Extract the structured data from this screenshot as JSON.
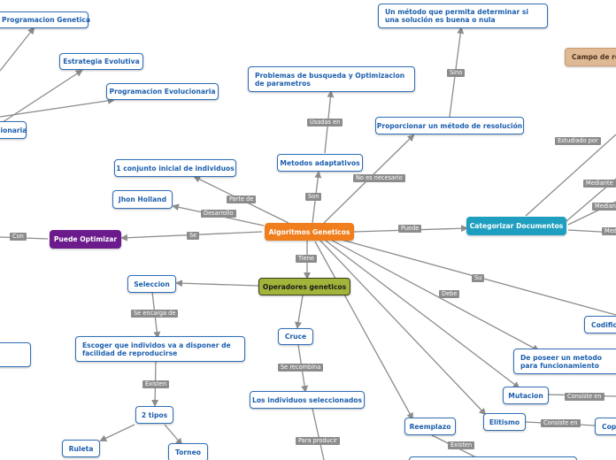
{
  "nodes": {
    "algoritmos": "Algoritmos Geneticos",
    "operadores": "Operadores geneticos",
    "puede_optimizar": "Puede Optimizar",
    "categorizar": "Categorizar Documentos",
    "campo": "Campo de re",
    "prog_genetica": "Programacion Genetica",
    "estrategia": "Estrategia Evolutiva",
    "prog_evolucionaria": "Programacion Evolucionaria",
    "cionaria": "cionaria",
    "un_metodo": "Un método que permita determinar si una solución es buena o nula",
    "problemas": "Problemas de busqueda y Optimizacion de parametros",
    "proporcionar": "Proporcionar un método de resolución",
    "metodos_adaptativos": "Metodos adaptativos",
    "conjunto": "1 conjunto inicial de individuos",
    "holland": "Jhon Holland",
    "seleccion": "Seleccion",
    "escoger": "Escoger que individos va a disponer de facilidad de reproducirse",
    "dos_tipos": "2 tipos",
    "ruleta": "Ruleta",
    "torneo": "Torneo",
    "cruce": "Cruce",
    "individuos": "Los individuos seleccionados",
    "reemplazo": "Reemplazo",
    "elitismo": "Elitismo",
    "mutacion": "Mutacion",
    "de_poseer": "De poseer un metodo para funcionamiento",
    "codifica": "Codifica",
    "cop": "Cop",
    "left_box": ""
  },
  "labels": {
    "con": "Con",
    "se_opt": "Se",
    "desarrollo": "Desarrollo",
    "parte_de": "Parte de",
    "son": "Son",
    "usadas_en": "Usadas en",
    "no_es_necesario": "No es necesario",
    "sino": "Sino",
    "puede": "Puede",
    "estudiado_por": "Estudiado por",
    "mediante1": "Mediante",
    "mediante2": "Mediante",
    "mediante3": "Medi",
    "tiene": "Tiene",
    "su": "Su",
    "debe": "Debe",
    "se_encarga_de": "Se encarga de",
    "existen1": "Existen",
    "se_recombina": "Se recombina",
    "para_producir": "Para producir",
    "existen2": "Existen",
    "consiste_en1": "Consiste en",
    "consiste_en2": "Consiste en"
  },
  "colors": {
    "center_node": "#f07e1d",
    "operadores_node": "#a3b43a",
    "optimizar_node": "#6b1b8c",
    "categorizar_node": "#1e9fc0",
    "campo_node": "#dfb993",
    "node_border": "#2f6fb8",
    "link": "#8c8c8c"
  }
}
